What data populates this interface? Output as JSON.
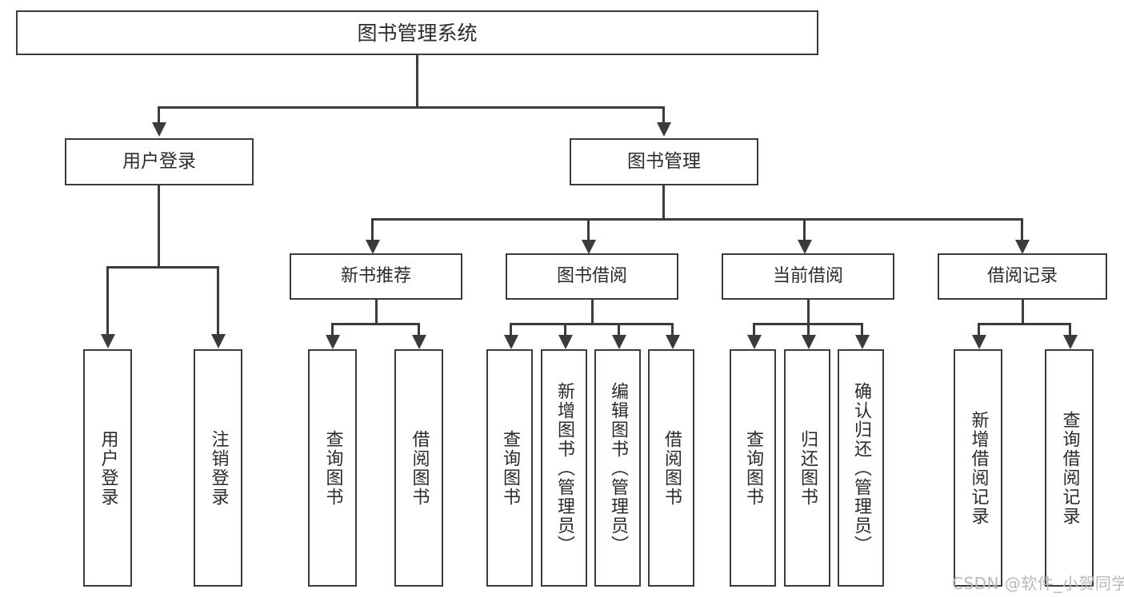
{
  "diagram": {
    "title": "图书管理系统",
    "root": {
      "label": "图书管理系统"
    },
    "level2": [
      {
        "label": "用户登录"
      },
      {
        "label": "图书管理"
      }
    ],
    "level3": [
      {
        "label": "新书推荐"
      },
      {
        "label": "图书借阅"
      },
      {
        "label": "当前借阅"
      },
      {
        "label": "借阅记录"
      }
    ],
    "leaves": {
      "user_login": [
        {
          "label": "用户登录"
        },
        {
          "label": "注销登录"
        }
      ],
      "new_book_recommend": [
        {
          "label": "查询图书"
        },
        {
          "label": "借阅图书"
        }
      ],
      "book_borrow": [
        {
          "label": "查询图书"
        },
        {
          "label": "新增图书（管理员）"
        },
        {
          "label": "编辑图书（管理员）"
        },
        {
          "label": "借阅图书"
        }
      ],
      "current_borrow": [
        {
          "label": "查询图书"
        },
        {
          "label": "归还图书"
        },
        {
          "label": "确认归还（管理员）"
        }
      ],
      "borrow_record": [
        {
          "label": "新增借阅记录"
        },
        {
          "label": "查询借阅记录"
        }
      ]
    }
  },
  "watermark": {
    "text": "CSDN @软件_小贺同学"
  },
  "colors": {
    "stroke": "#3b3b3b",
    "text": "#2b2b2b",
    "background": "#ffffff",
    "watermark": "#b9b9b9"
  }
}
